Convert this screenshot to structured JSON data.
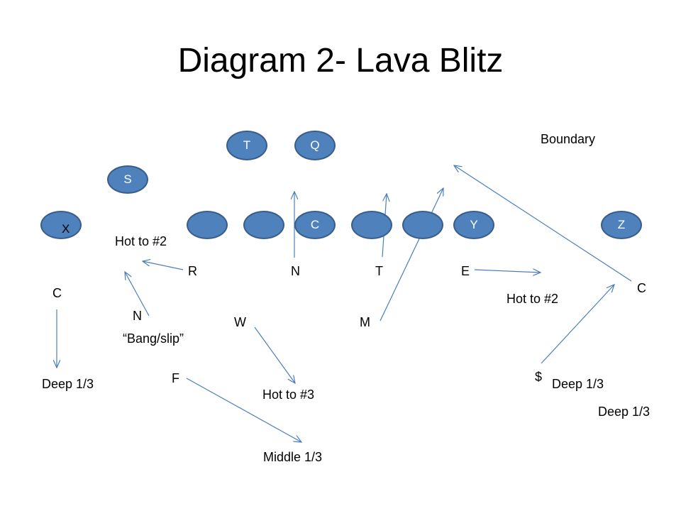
{
  "title": "Diagram 2- Lava Blitz",
  "offense": {
    "T": "T",
    "Q": "Q",
    "S": "S",
    "X": "X",
    "C": "C",
    "Y": "Y",
    "Z": "Z"
  },
  "defense": {
    "R": "R",
    "N_line": "N",
    "T_line": "T",
    "E": "E",
    "C_left": "C",
    "N_back": "N",
    "W": "W",
    "M": "M",
    "C_right": "C",
    "F": "F",
    "dollar": "$"
  },
  "labels": {
    "boundary": "Boundary",
    "hot2_left": "Hot to #2",
    "hot2_right": "Hot to #2",
    "bang_slip": "“Bang/slip”",
    "deep_left": "Deep 1/3",
    "hot3": "Hot to #3",
    "middle": "Middle 1/3",
    "deep_right1": "Deep 1/3",
    "deep_right2": "Deep 1/3"
  },
  "colors": {
    "player_fill": "#4f81bd",
    "player_stroke": "#385d8a",
    "route": "#4a7ebb"
  }
}
